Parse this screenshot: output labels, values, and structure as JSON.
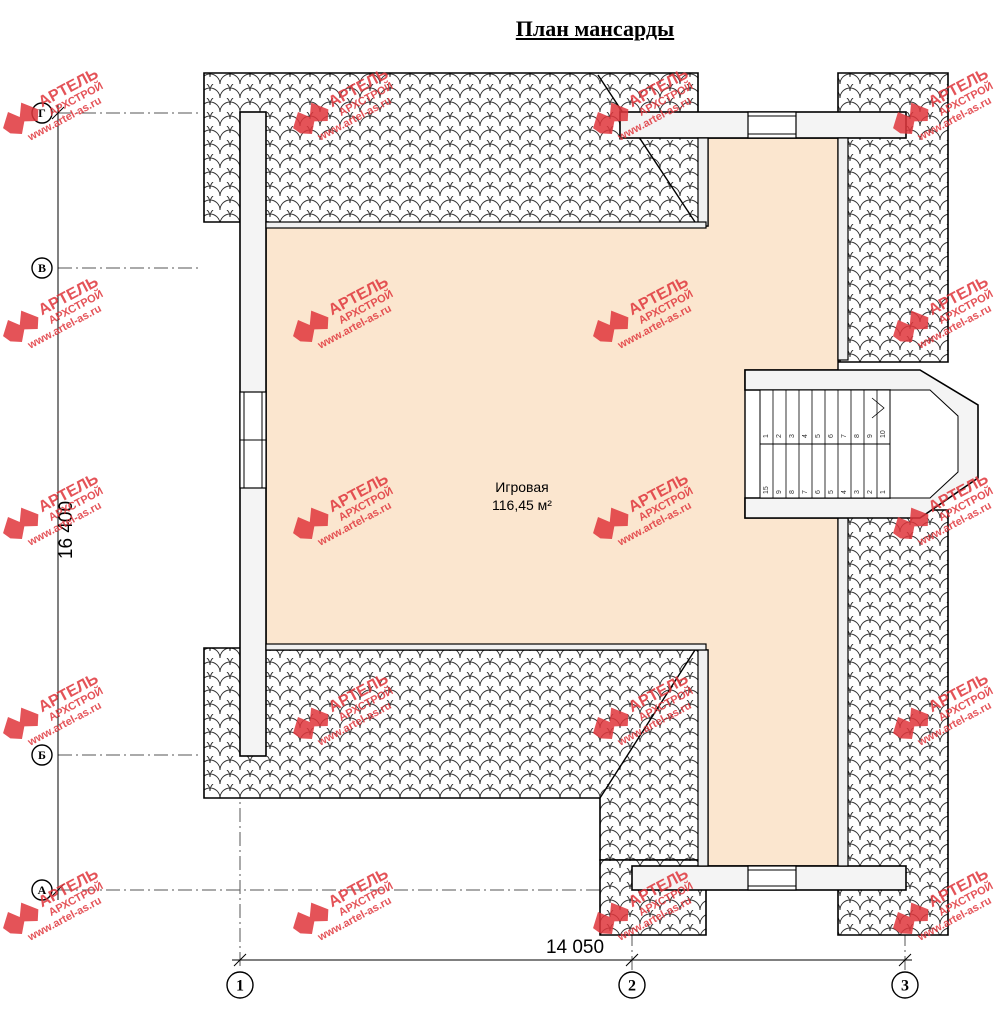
{
  "title": "План мансарды",
  "room": {
    "name": "Игровая",
    "area": "116,45 м²"
  },
  "dimensions": {
    "width": "14 050",
    "height": "16 400"
  },
  "axes": {
    "letters": [
      "Г",
      "В",
      "Б",
      "А"
    ],
    "numbers": [
      "1",
      "2",
      "3"
    ]
  },
  "stairs": {
    "upper_flight": [
      "1",
      "2",
      "3",
      "4",
      "5",
      "6",
      "7",
      "8",
      "9",
      "10"
    ],
    "lower_flight": [
      "15",
      "9",
      "8",
      "7",
      "6",
      "5",
      "4",
      "3",
      "2",
      "1"
    ]
  },
  "watermark": {
    "brand": "АРТЕЛЬ",
    "sub": "АРХСТРОЙ",
    "url": "www.artel-as.ru"
  },
  "colors": {
    "room_fill": "#fbe6cf",
    "watermark": "#e0363c"
  }
}
